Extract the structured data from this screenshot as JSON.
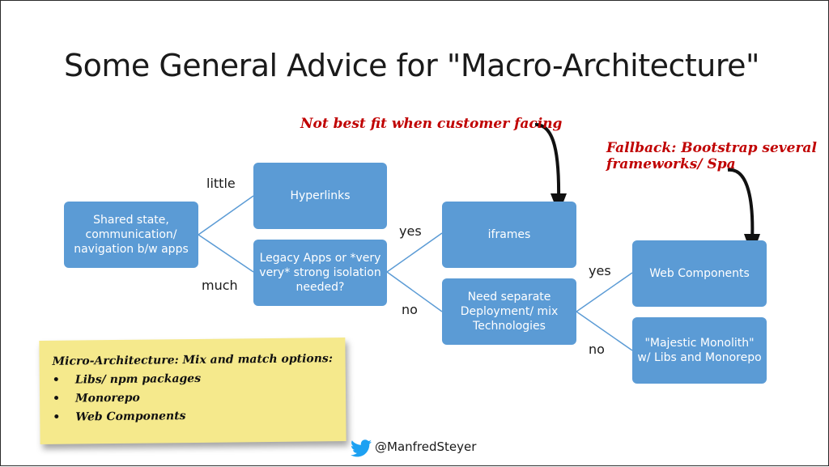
{
  "title": "Some General Advice for \"Macro-Architecture\"",
  "boxes": {
    "shared_state": "Shared state, communication/ navigation b/w apps",
    "hyperlinks": "Hyperlinks",
    "legacy": "Legacy Apps or *very very* strong isolation needed?",
    "iframes": "iframes",
    "deployment": "Need separate Deployment/ mix Technologies",
    "web_components": "Web Components",
    "monolith": "\"Majestic Monolith\" w/ Libs and Monorepo"
  },
  "labels": {
    "little": "little",
    "much": "much",
    "yes1": "yes",
    "no1": "no",
    "yes2": "yes",
    "no2": "no"
  },
  "notes": {
    "customer": "Not best fit when customer facing",
    "fallback_line1": "Fallback: Bootstrap several",
    "fallback_line2": "frameworks/ Spa"
  },
  "sticky": {
    "title": "Micro-Architecture: Mix and match options:",
    "bullet": "•",
    "items": [
      "Libs/ npm packages",
      "Monorepo",
      "Web Components"
    ]
  },
  "footer": {
    "handle": "@ManfredSteyer",
    "icon": "twitter-bird-icon",
    "icon_color": "#1da1f2"
  },
  "colors": {
    "box": "#5b9bd5",
    "note": "#c00000",
    "sticky": "#f5e98c"
  }
}
